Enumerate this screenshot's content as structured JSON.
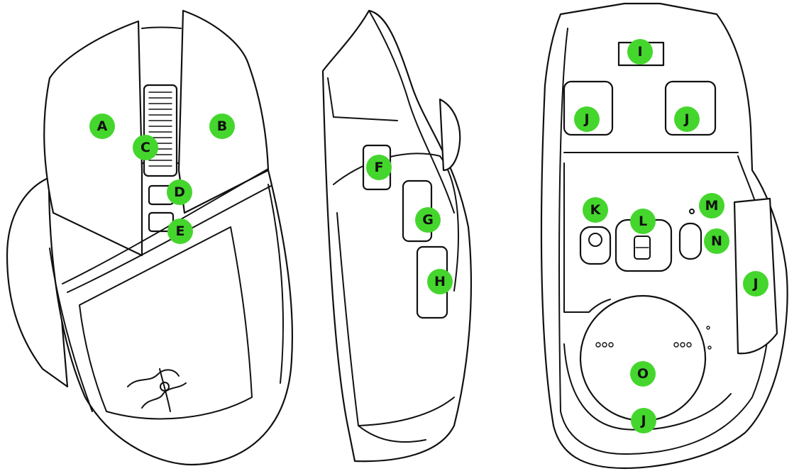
{
  "accent_color": "#44d62c",
  "callouts": [
    {
      "id": "a",
      "label": "A"
    },
    {
      "id": "b",
      "label": "B"
    },
    {
      "id": "c",
      "label": "C"
    },
    {
      "id": "d",
      "label": "D"
    },
    {
      "id": "e",
      "label": "E"
    },
    {
      "id": "f",
      "label": "F"
    },
    {
      "id": "g",
      "label": "G"
    },
    {
      "id": "h",
      "label": "H"
    },
    {
      "id": "i",
      "label": "I"
    },
    {
      "id": "j1",
      "label": "J"
    },
    {
      "id": "j2",
      "label": "J"
    },
    {
      "id": "j3",
      "label": "J"
    },
    {
      "id": "j4",
      "label": "J"
    },
    {
      "id": "k",
      "label": "K"
    },
    {
      "id": "l",
      "label": "L"
    },
    {
      "id": "m",
      "label": "M"
    },
    {
      "id": "n",
      "label": "N"
    },
    {
      "id": "o",
      "label": "O"
    }
  ]
}
